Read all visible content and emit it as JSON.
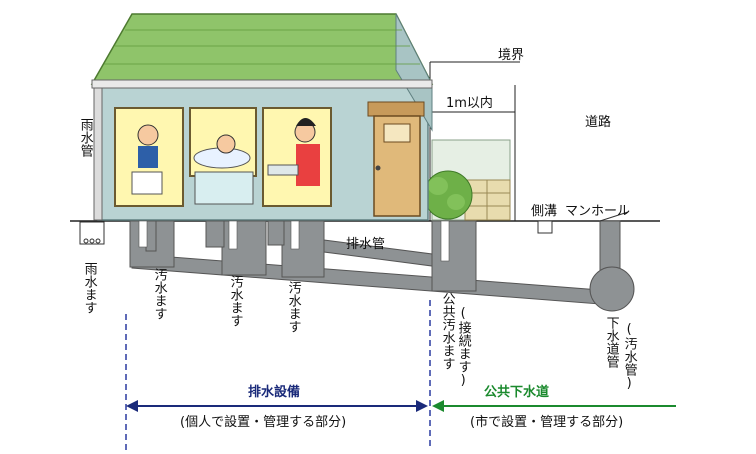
{
  "labels": {
    "boundary": "境界",
    "distance": "1m以内",
    "road": "道路",
    "rain_pipe": "雨水管",
    "rain_basin": "雨水ます",
    "side_ditch": "側溝",
    "manhole": "マンホール",
    "drain_pipe": "排水管",
    "sewage_basin": "汚水ます",
    "public_basin": "公共汚水ます",
    "public_basin_note": "(接続ます)",
    "sewer_pipe": "下水道管",
    "sewer_pipe_note": "(汚水管)"
  },
  "sections": {
    "private_title": "排水設備",
    "private_note": "(個人で設置・管理する部分)",
    "public_title": "公共下水道",
    "public_note": "(市で設置・管理する部分)"
  },
  "colors": {
    "private_accent": "#1a2a7a",
    "public_accent": "#1b8a2e",
    "roof": "#8fc46a",
    "wall": "#b9d3d3",
    "pipe": "#8e9294"
  }
}
